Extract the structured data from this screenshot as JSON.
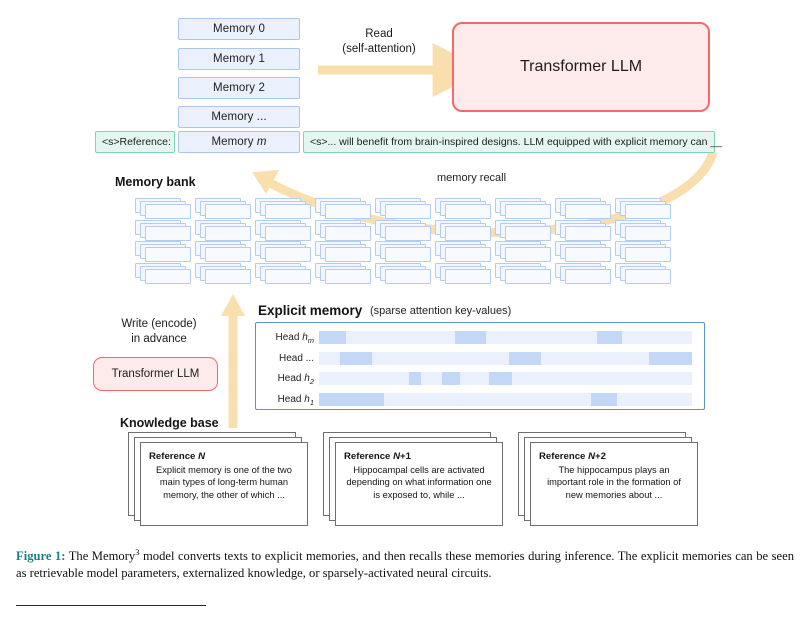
{
  "figure": {
    "memories": [
      {
        "label": "Memory 0"
      },
      {
        "label": "Memory 1"
      },
      {
        "label": "Memory 2"
      },
      {
        "label": "Memory ..."
      },
      {
        "label": "Memory m",
        "italic_tail": "m"
      }
    ],
    "reference_tag": "<s>Reference:",
    "context_tag": "<s>... will benefit from brain-inspired designs. LLM equipped with explicit memory can __",
    "read_label": "Read\n(self-attention)",
    "llm_read": "Transformer LLM",
    "llm_write": "Transformer LLM",
    "write_label": "Write (encode)\nin advance",
    "memory_bank_label": "Memory bank",
    "memory_recall_label": "memory recall",
    "explicit_memory_title": "Explicit memory",
    "explicit_memory_subtitle": "(sparse attention key-values)",
    "knowledge_base_label": "Knowledge base",
    "heads": [
      {
        "name": "Head h",
        "sub": "m"
      },
      {
        "name": "Head ...",
        "sub": ""
      },
      {
        "name": "Head h",
        "sub": "2"
      },
      {
        "name": "Head h",
        "sub": "1"
      }
    ],
    "references": [
      {
        "title": "Reference N",
        "title_plain": "Reference ",
        "title_italic": "N",
        "text": "Explicit memory is one of the two main types of long-term human memory, the other of which ..."
      },
      {
        "title": "Reference N+1",
        "title_plain": "Reference ",
        "title_italic": "N",
        "title_suffix": "+1",
        "text": "Hippocampal cells are activated depending on what information one is exposed to, while ..."
      },
      {
        "title": "Reference N+2",
        "title_plain": "Reference ",
        "title_italic": "N",
        "title_suffix": "+2",
        "text": "The hippocampus plays an important role in the formation of new memories about ..."
      }
    ],
    "colors": {
      "memory_fill": "#eaf1fc",
      "memory_border": "#a9c6ec",
      "green_fill": "#e4f6ef",
      "green_border": "#7fd3bb",
      "llm_fill": "#fdeaea",
      "llm_border": "#f4696c",
      "arrow": "#fadfae",
      "panel_border": "#5b90d6",
      "hit_fill": "#c3d8f6",
      "row_fill": "#eaf1fc",
      "caption_accent": "#1a7f86"
    }
  },
  "caption": {
    "figure_number": "Figure 1:",
    "text_1": " The Memory",
    "superscript": "3",
    "text_2": " model converts texts to explicit memories, and then recalls these memories during inference. The explicit memories can be seen as retrievable model parameters, externalized knowledge, or sparsely-activated neural circuits."
  },
  "chart_data": {
    "type": "heatmap",
    "title": "Explicit memory (sparse attention key-values)",
    "rows": [
      "Head h_m",
      "Head ...",
      "Head h_2",
      "Head h_1"
    ],
    "row_tracks": [
      {
        "row": "Head h_m",
        "segments": [
          [
            0.0,
            0.072
          ],
          [
            0.365,
            0.082
          ],
          [
            0.745,
            0.068
          ]
        ]
      },
      {
        "row": "Head ...",
        "segments": [
          [
            0.055,
            0.088
          ],
          [
            0.51,
            0.085
          ],
          [
            0.885,
            0.115
          ]
        ]
      },
      {
        "row": "Head h_2",
        "segments": [
          [
            0.24,
            0.033
          ],
          [
            0.33,
            0.048
          ],
          [
            0.455,
            0.062
          ]
        ]
      },
      {
        "row": "Head h_1",
        "segments": [
          [
            0.0,
            0.175
          ],
          [
            0.73,
            0.068
          ]
        ]
      }
    ],
    "xlabel": "",
    "ylabel": "",
    "grid": false,
    "legend": "none"
  }
}
